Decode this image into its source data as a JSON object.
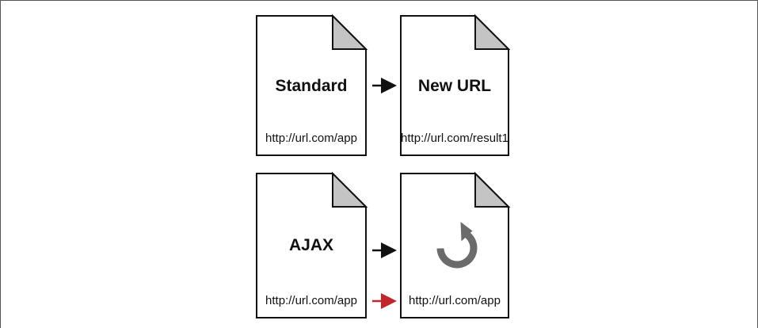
{
  "documents": {
    "standard": {
      "label": "Standard",
      "url": "http://url.com/app"
    },
    "new_url": {
      "label": "New URL",
      "url": "http://url.com/result1"
    },
    "ajax": {
      "label": "AJAX",
      "url": "http://url.com/app"
    },
    "ajax_result": {
      "icon": "refresh-icon",
      "url": "http://url.com/app"
    }
  },
  "colors": {
    "page_fill": "#ffffff",
    "document_border": "#111111",
    "fold_fill": "#c4c4c4",
    "arrow": "#111111",
    "ajax_url_arrow": "#c0272d",
    "refresh_icon": "#6b6b6b"
  }
}
